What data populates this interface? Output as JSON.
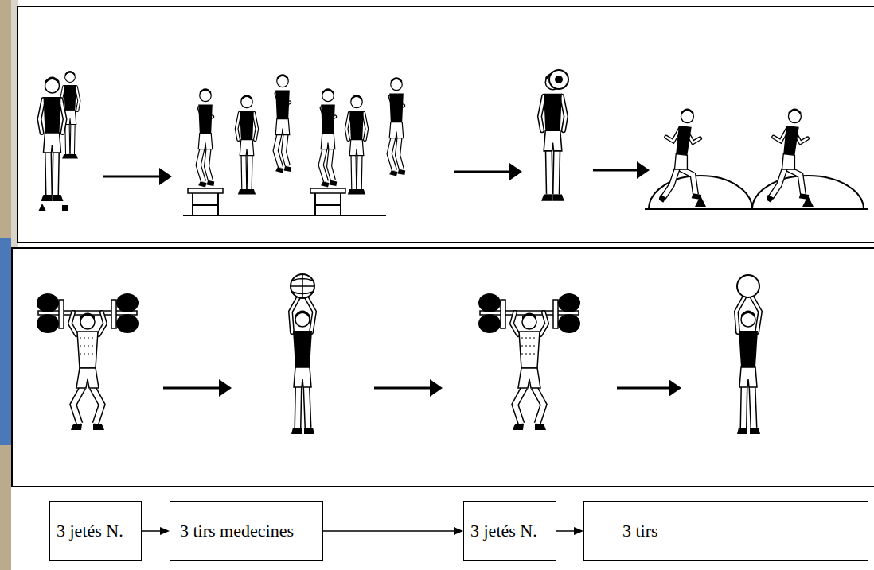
{
  "diagram": {
    "nodes": [
      {
        "text": [
          "3 jetés N."
        ]
      },
      {
        "text": [
          "3 tirs medecines"
        ]
      },
      {
        "text": [
          "3 jetés N."
        ]
      },
      {
        "text": [
          "3 tirs"
        ]
      }
    ],
    "edges": [
      {
        "from": 0,
        "to": 1,
        "arrow": "to"
      },
      {
        "from": 1,
        "to": 2,
        "arrow": "to"
      },
      {
        "from": 2,
        "to": 3,
        "arrow": "to"
      }
    ]
  }
}
